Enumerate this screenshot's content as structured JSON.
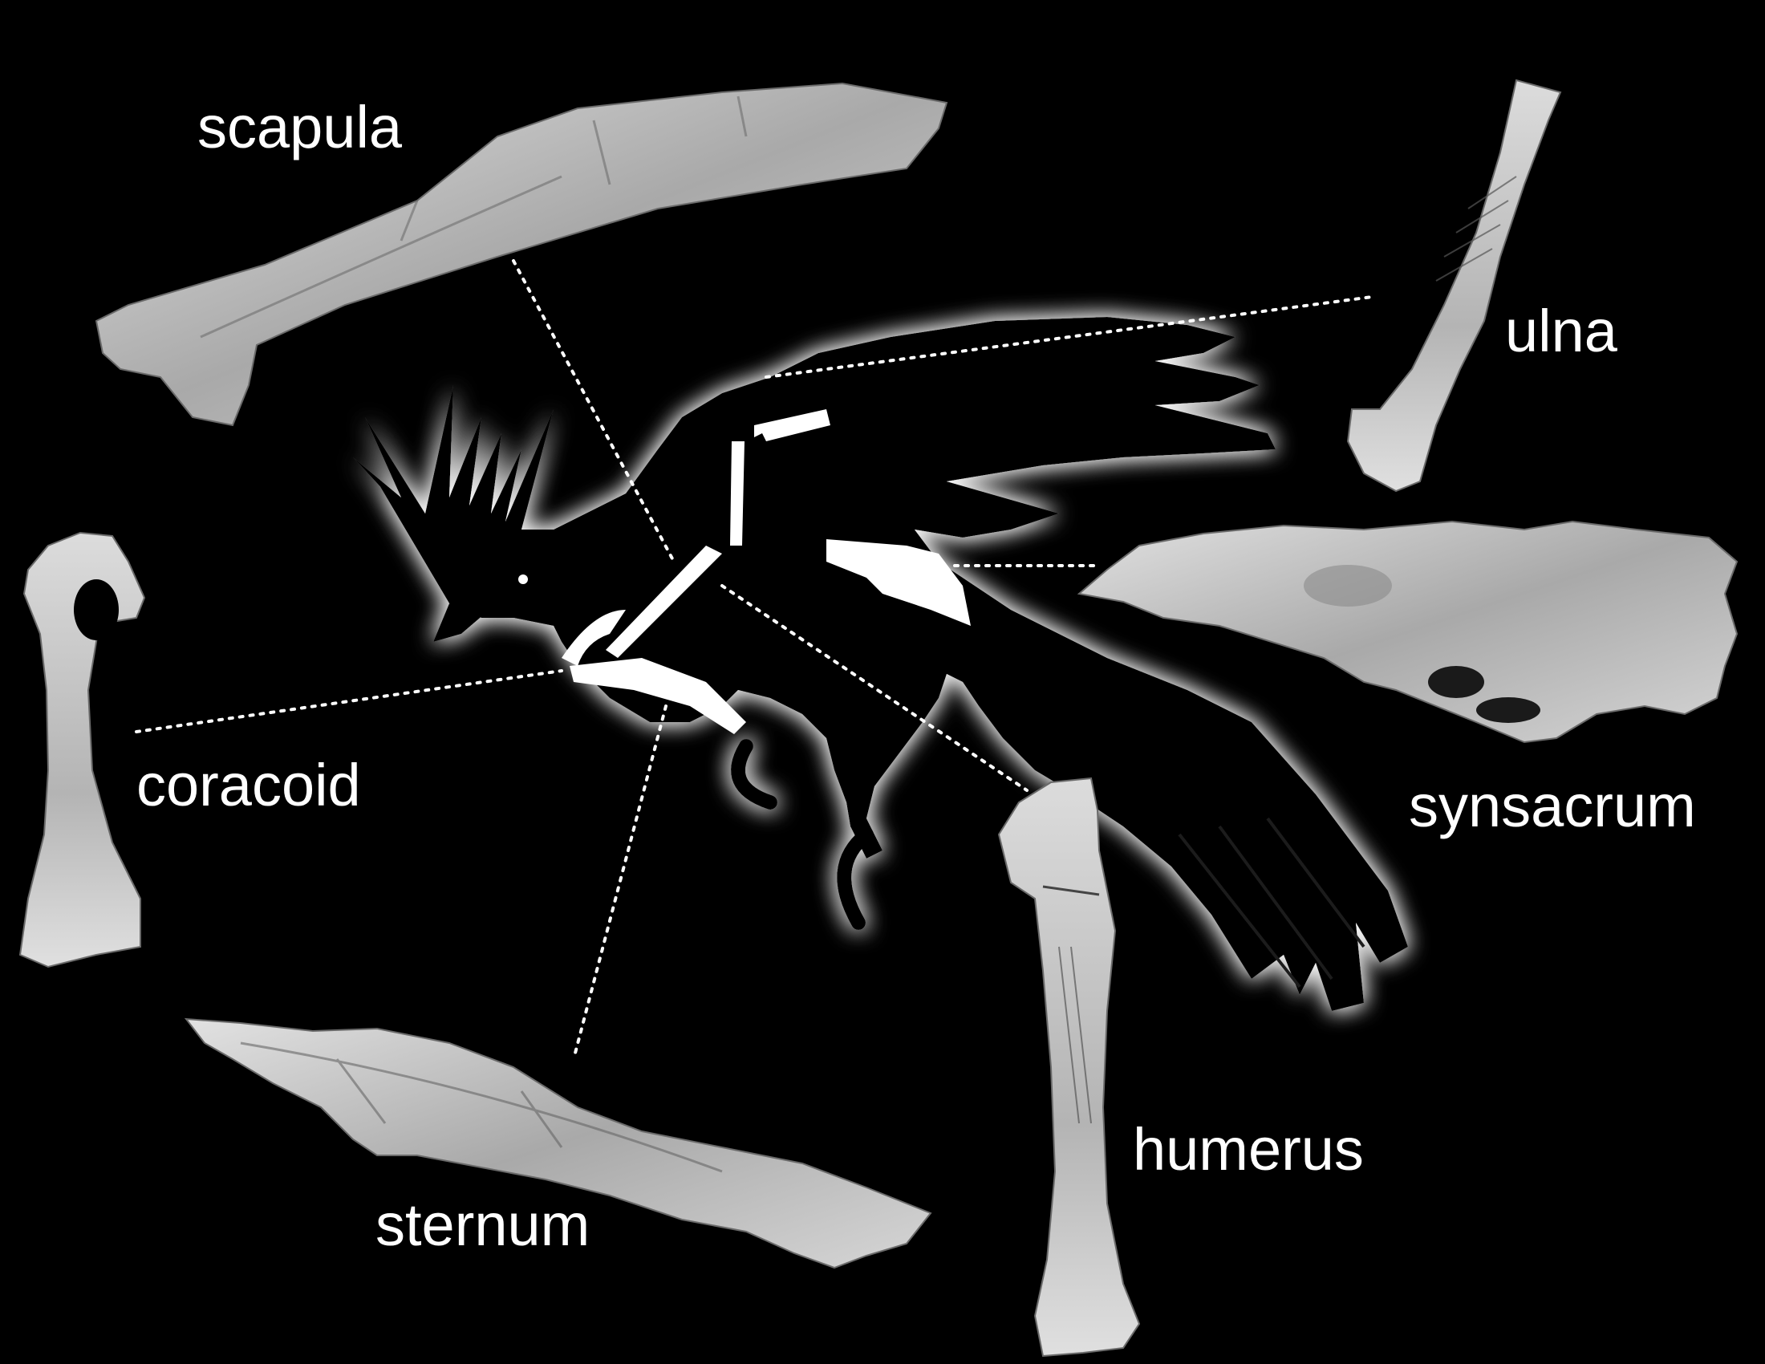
{
  "labels": {
    "scapula": "scapula",
    "ulna": "ulna",
    "coracoid": "coracoid",
    "synsacrum": "synsacrum",
    "humerus": "humerus",
    "sternum": "sternum"
  },
  "colors": {
    "background": "#000000",
    "bone": "#cfcfcf",
    "silhouette_glow": "#ffffff",
    "leader_line": "#ffffff"
  }
}
